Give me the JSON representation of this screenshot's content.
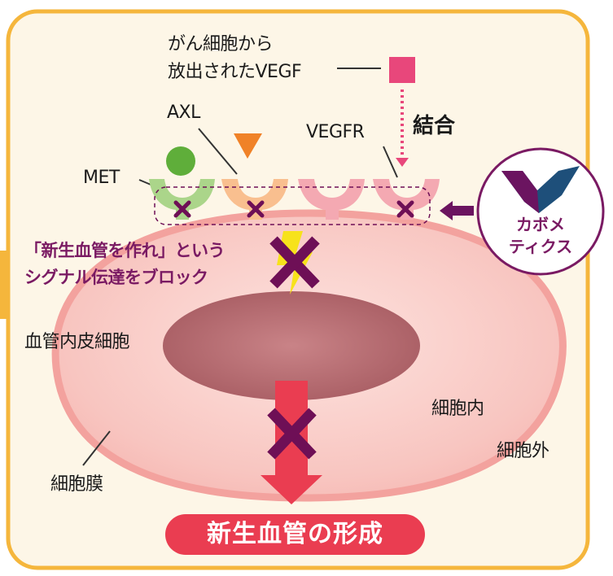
{
  "labels": {
    "vegf_line1": "がん細胞から",
    "vegf_line2": "放出されたVEGF",
    "binding": "結合",
    "axl": "AXL",
    "vegfr": "VEGFR",
    "met": "MET",
    "block_line1": "「新生血管を作れ」という",
    "block_line2": "シグナル伝達をブロック",
    "drug_line1": "カボメ",
    "drug_line2": "ティクス",
    "endothelial_cell": "血管内皮細胞",
    "intracellular": "細胞内",
    "extracellular": "細胞外",
    "cell_membrane": "細胞膜",
    "result": "新生血管の形成"
  },
  "colors": {
    "frame_border": "#f5b63c",
    "frame_fill": "#fdf6e7",
    "cell": "#f4a7a4",
    "nucleus": "#b9696f",
    "met": "#abd58a",
    "axl": "#f9bf8f",
    "vegfr": "#f4a9b2",
    "vegf": "#e8477b",
    "block_x": "#6e0f56",
    "drug_icon_dark": "#1e4f7a",
    "drug_icon_purple": "#6b1460",
    "result": "#ea3d51"
  }
}
